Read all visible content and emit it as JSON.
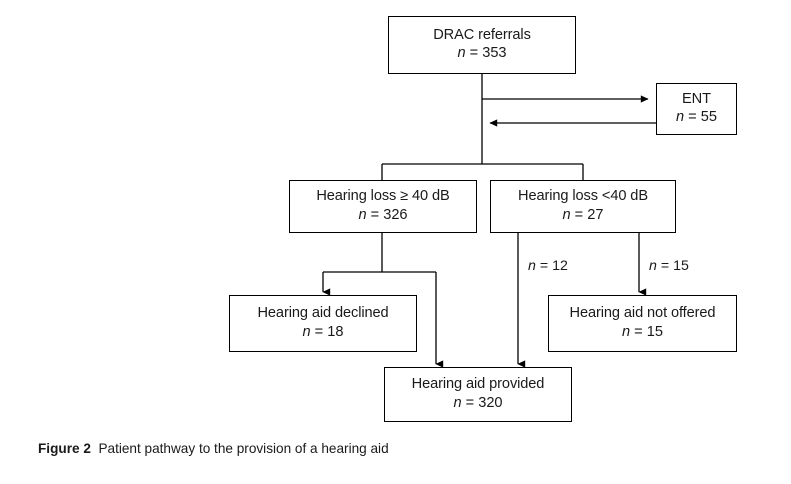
{
  "figure": {
    "label": "Figure 2",
    "caption": "Patient pathway to the provision of a hearing aid"
  },
  "diagram": {
    "type": "flowchart",
    "nodes": [
      {
        "id": "drac",
        "title": "DRAC referrals",
        "count_prefix": "n",
        "count_eq": " = ",
        "count_value": "353",
        "count": "n = 353"
      },
      {
        "id": "ent",
        "title": "ENT",
        "count_prefix": "n",
        "count_eq": " = ",
        "count_value": "55",
        "count": "n = 55"
      },
      {
        "id": "loss_ge40",
        "title": "Hearing loss ≥ 40 dB",
        "count_prefix": "n",
        "count_eq": " = ",
        "count_value": "326",
        "count": "n = 326"
      },
      {
        "id": "loss_lt40",
        "title": "Hearing loss <40 dB",
        "count_prefix": "n",
        "count_eq": " = ",
        "count_value": "27",
        "count": "n = 27"
      },
      {
        "id": "declined",
        "title": "Hearing aid declined",
        "count_prefix": "n",
        "count_eq": " = ",
        "count_value": "18",
        "count": "n = 18"
      },
      {
        "id": "not_offered",
        "title": "Hearing aid not offered",
        "count_prefix": "n",
        "count_eq": " = ",
        "count_value": "15",
        "count": "n = 15"
      },
      {
        "id": "provided",
        "title": "Hearing aid provided",
        "count_prefix": "n",
        "count_eq": " = ",
        "count_value": "320",
        "count": "n = 320"
      }
    ],
    "edge_labels": [
      {
        "id": "lt40_to_provided",
        "prefix": "n",
        "eq": " = ",
        "value": "12",
        "text": "n = 12"
      },
      {
        "id": "lt40_to_notoffered",
        "prefix": "n",
        "eq": " = ",
        "value": "15",
        "text": "n = 15"
      }
    ],
    "colors": {
      "stroke": "#000000",
      "text": "#1a1a1a",
      "background": "#ffffff"
    }
  }
}
